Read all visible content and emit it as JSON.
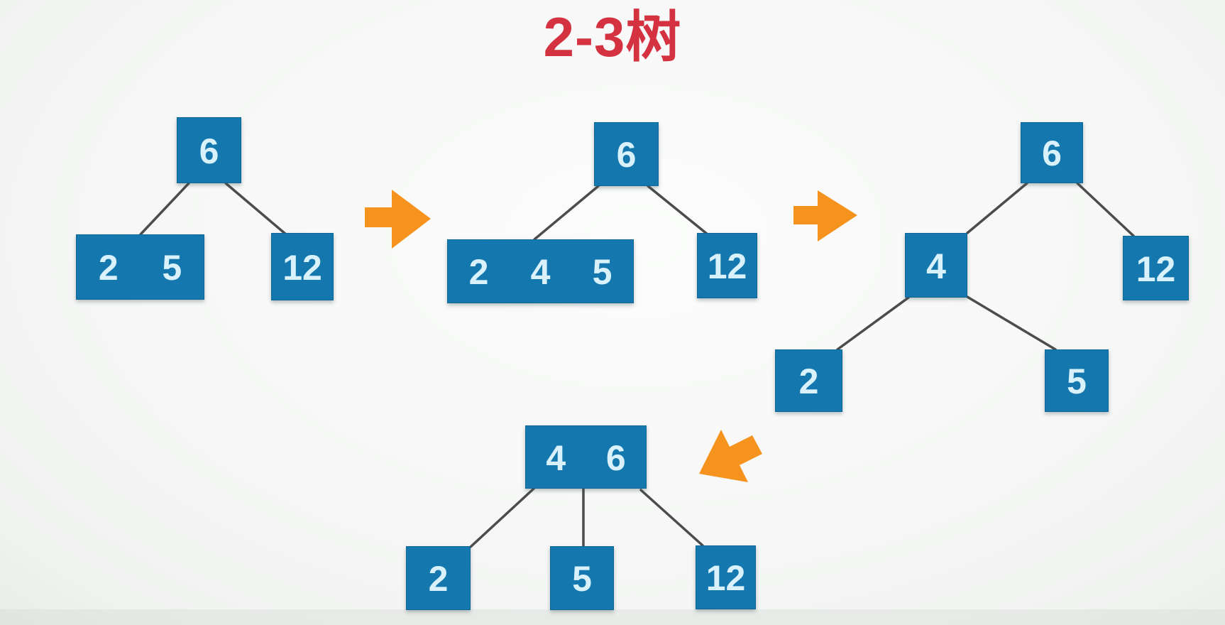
{
  "title": {
    "text": "2-3树"
  },
  "colors": {
    "title": "#d43240",
    "node": "#1478ae",
    "node_text": "#d9f1fb",
    "edge": "#4c4c4c",
    "arrow": "#f6921e"
  },
  "icons": {
    "step1": "arrow-right",
    "step2": "arrow-right",
    "step3": "arrow-down-left"
  },
  "trees": [
    {
      "nodes": [
        {
          "keys": [
            "6"
          ]
        },
        {
          "keys": [
            "2",
            "5"
          ]
        },
        {
          "keys": [
            "12"
          ]
        }
      ]
    },
    {
      "nodes": [
        {
          "keys": [
            "6"
          ]
        },
        {
          "keys": [
            "2",
            "4",
            "5"
          ]
        },
        {
          "keys": [
            "12"
          ]
        }
      ]
    },
    {
      "nodes": [
        {
          "keys": [
            "6"
          ]
        },
        {
          "keys": [
            "4"
          ]
        },
        {
          "keys": [
            "12"
          ]
        },
        {
          "keys": [
            "2"
          ]
        },
        {
          "keys": [
            "5"
          ]
        }
      ]
    },
    {
      "nodes": [
        {
          "keys": [
            "4",
            "6"
          ]
        },
        {
          "keys": [
            "2"
          ]
        },
        {
          "keys": [
            "5"
          ]
        },
        {
          "keys": [
            "12"
          ]
        }
      ]
    }
  ]
}
